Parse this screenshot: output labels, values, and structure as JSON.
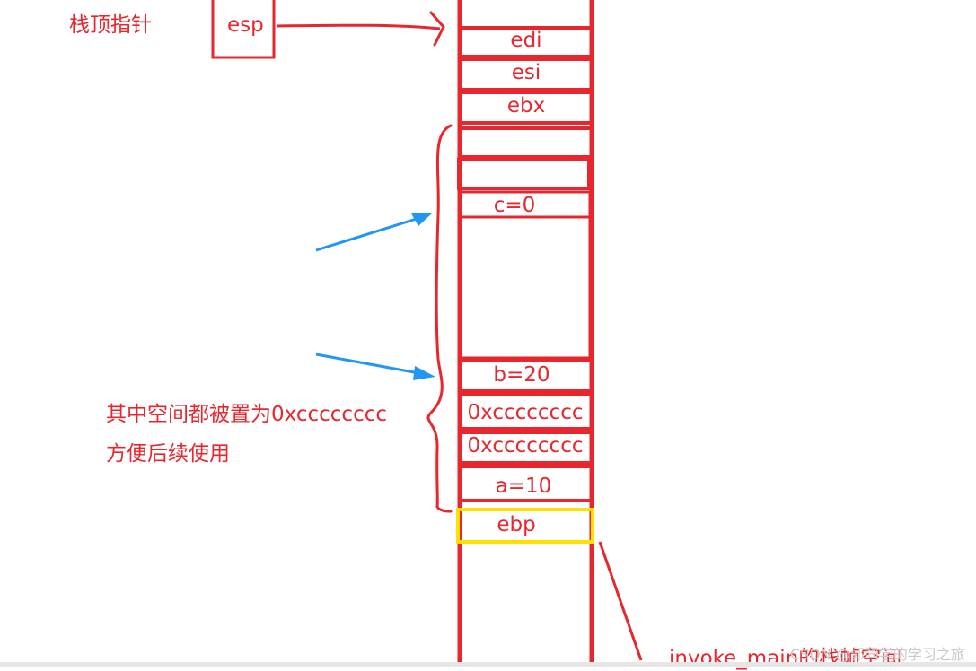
{
  "pointer": {
    "label": "栈顶指针",
    "register": "esp"
  },
  "stack_cells": {
    "edi": "edi",
    "esi": "esi",
    "ebx": "ebx",
    "c": "c=0",
    "b": "b=20",
    "fill1": "0xcccccccc",
    "fill2": "0xcccccccc",
    "a": "a=10",
    "ebp": "ebp"
  },
  "note": {
    "line1": "其中空间都被置为0xcccccccc",
    "line2": "方便后续使用"
  },
  "bottom_label": "invoke_main的栈帧空间",
  "watermark": "CSDN @郭同学的学习之旅",
  "colors": {
    "stroke": "#e8262d",
    "arrow": "#2196f3",
    "highlight": "#ffe000"
  }
}
